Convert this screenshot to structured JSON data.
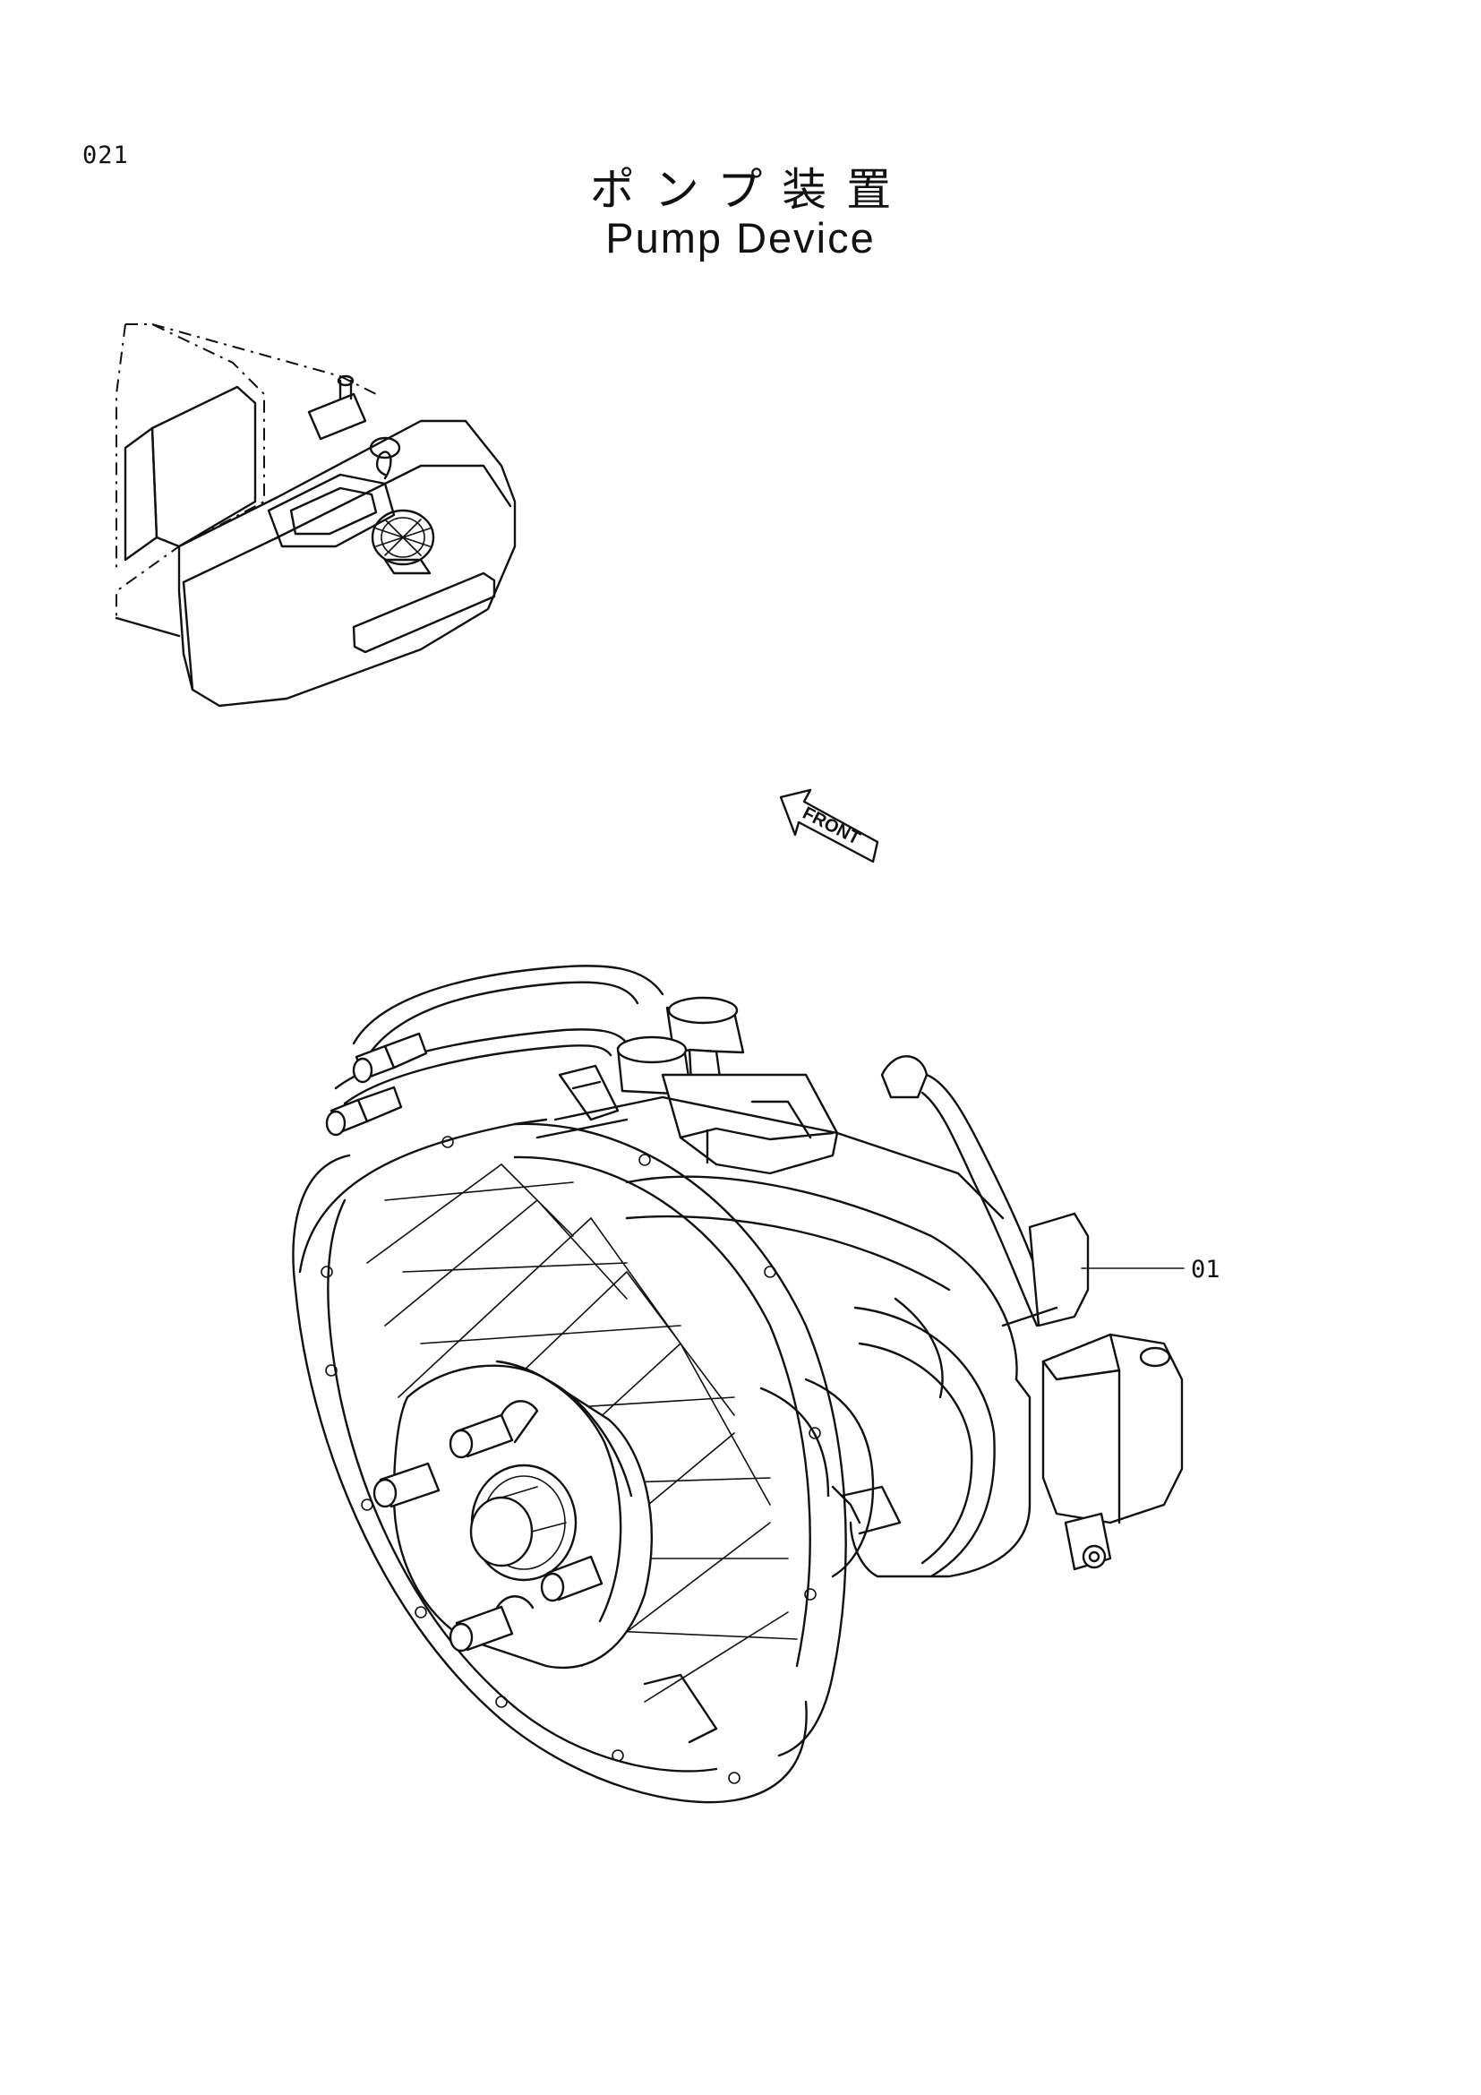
{
  "page_number": "021",
  "title_jp": "ポンプ装置",
  "title_en": "Pump Device",
  "front_label": "FRONT",
  "callouts": [
    {
      "label": "01"
    }
  ]
}
